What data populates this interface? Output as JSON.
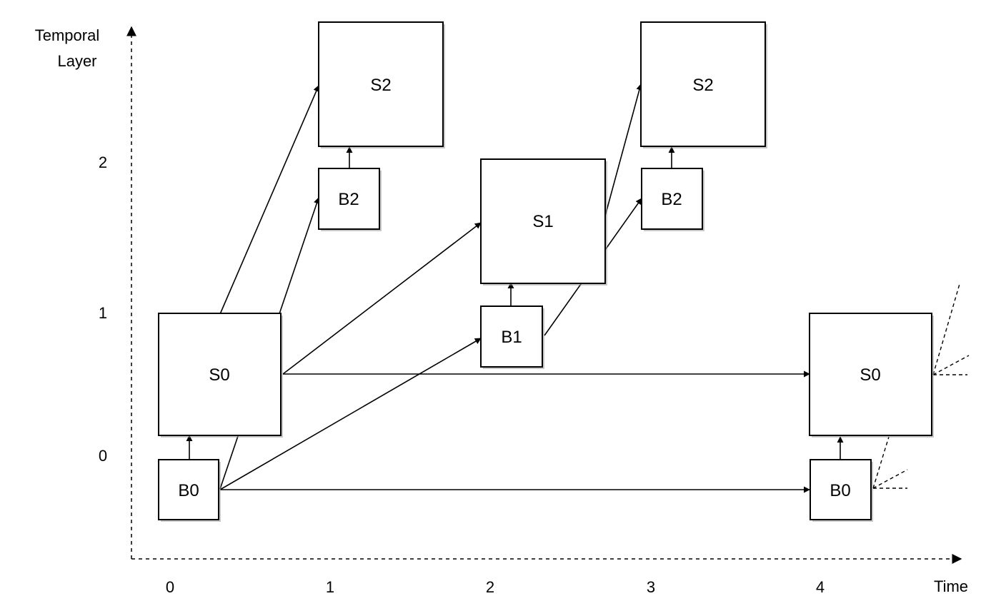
{
  "axes": {
    "y_title_line1": "Temporal",
    "y_title_line2": "Layer",
    "x_title": "Time",
    "y_ticks": [
      "0",
      "1",
      "2"
    ],
    "x_ticks": [
      "0",
      "1",
      "2",
      "3",
      "4"
    ]
  },
  "frames": {
    "b0_t0": "B0",
    "s0_t0": "S0",
    "b2_t1": "B2",
    "s2_t1": "S2",
    "b1_t2": "B1",
    "s1_t2": "S1",
    "b2_t3": "B2",
    "s2_t3": "S2",
    "b0_t4": "B0",
    "s0_t4": "S0"
  },
  "edges": [
    {
      "from": "b0_t0",
      "to": "s0_t0"
    },
    {
      "from": "b0_t0",
      "to": "b2_t1"
    },
    {
      "from": "b0_t0",
      "to": "b1_t2"
    },
    {
      "from": "b0_t0",
      "to": "b0_t4"
    },
    {
      "from": "s0_t0",
      "to": "s2_t1"
    },
    {
      "from": "s0_t0",
      "to": "s1_t2"
    },
    {
      "from": "s0_t0",
      "to": "s0_t4"
    },
    {
      "from": "b2_t1",
      "to": "s2_t1"
    },
    {
      "from": "b1_t2",
      "to": "s1_t2"
    },
    {
      "from": "b1_t2",
      "to": "b2_t3"
    },
    {
      "from": "s1_t2",
      "to": "s2_t3"
    },
    {
      "from": "b2_t3",
      "to": "s2_t3"
    },
    {
      "from": "b0_t4",
      "to": "s0_t4"
    }
  ]
}
